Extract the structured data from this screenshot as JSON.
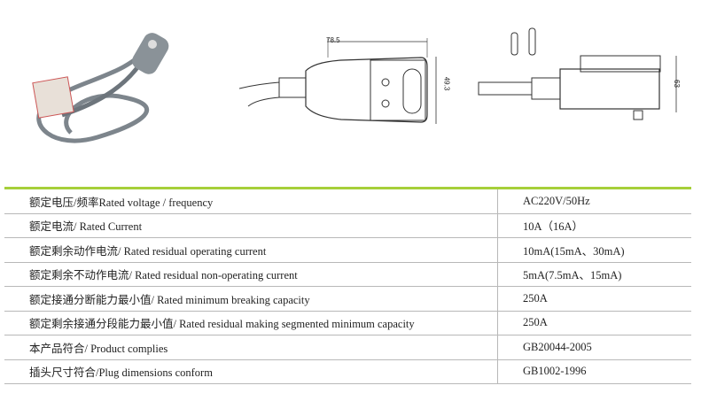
{
  "drawing": {
    "width_label": "78.5",
    "height_label": "49.3",
    "side_height_label": "63"
  },
  "specs": [
    {
      "label": "额定电压/频率Rated voltage / frequency",
      "value": "AC220V/50Hz"
    },
    {
      "label": "额定电流/ Rated Current",
      "value": "10A（16A）"
    },
    {
      "label": "额定剩余动作电流/ Rated residual operating current",
      "value": "10mA(15mA、30mA)"
    },
    {
      "label": "额定剩余不动作电流/ Rated residual non-operating current",
      "value": "5mA(7.5mA、15mA)"
    },
    {
      "label": "额定接通分断能力最小值/ Rated minimum breaking capacity",
      "value": "250A"
    },
    {
      "label": "额定剩余接通分段能力最小值/ Rated residual making segmented minimum capacity",
      "value": "250A"
    },
    {
      "label": "本产品符合/ Product complies",
      "value": "GB20044-2005"
    },
    {
      "label": "插头尺寸符合/Plug dimensions conform",
      "value": "GB1002-1996"
    }
  ]
}
